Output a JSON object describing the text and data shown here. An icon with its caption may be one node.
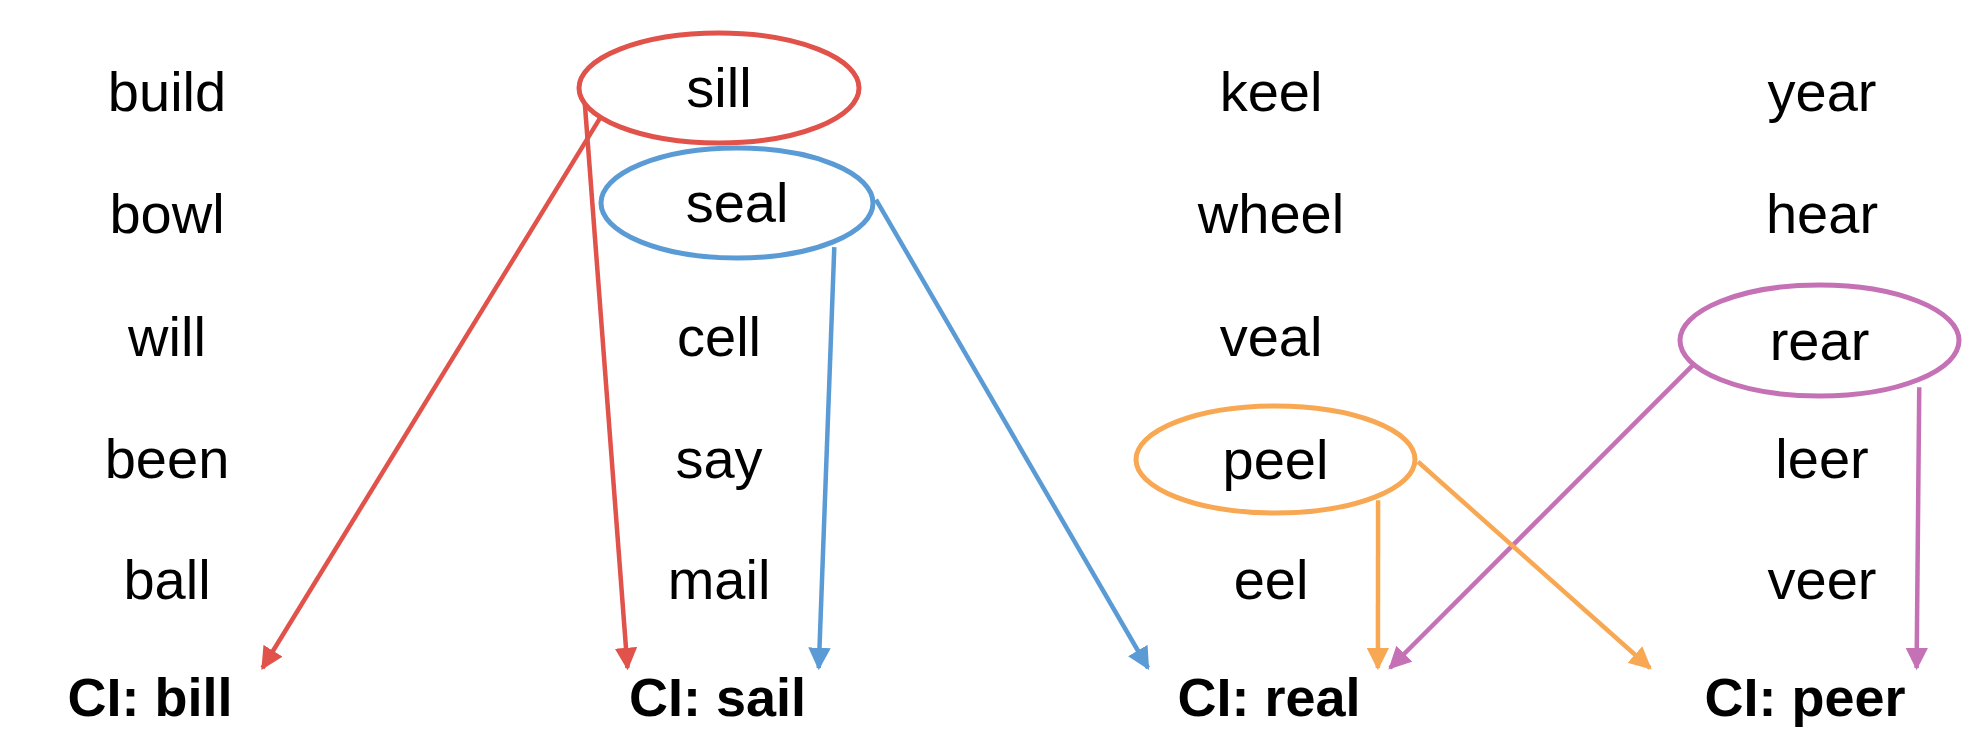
{
  "diagram": {
    "nodes": [
      {
        "text": [
          "sill"
        ]
      },
      {
        "text": [
          "seal"
        ]
      },
      {
        "text": [
          "rear"
        ]
      },
      {
        "text": [
          "peel"
        ]
      },
      {
        "text": [
          "CI: bill"
        ]
      },
      {
        "text": [
          "CI: sail"
        ]
      },
      {
        "text": [
          "CI: real"
        ]
      },
      {
        "text": [
          "CI: peer"
        ]
      }
    ],
    "edges": [
      {
        "from": 0,
        "to": 4,
        "arrow": "to",
        "color": "#e0524a"
      },
      {
        "from": 0,
        "to": 5,
        "arrow": "to",
        "color": "#e0524a"
      },
      {
        "from": 1,
        "to": 5,
        "arrow": "to",
        "color": "#5b9bd5"
      },
      {
        "from": 1,
        "to": 6,
        "arrow": "to",
        "color": "#5b9bd5"
      },
      {
        "from": 2,
        "to": 6,
        "arrow": "to",
        "color": "#c571b5"
      },
      {
        "from": 2,
        "to": 7,
        "arrow": "to",
        "color": "#c571b5"
      },
      {
        "from": 3,
        "to": 6,
        "arrow": "to",
        "color": "#f8a853"
      },
      {
        "from": 3,
        "to": 7,
        "arrow": "to",
        "color": "#f8a853"
      }
    ],
    "labels": [
      "build",
      "keel",
      "year",
      "bowl",
      "wheel",
      "hear",
      "will",
      "cell",
      "veal",
      "been",
      "say",
      "leer",
      "ball",
      "mail",
      "eel",
      "veer"
    ]
  }
}
